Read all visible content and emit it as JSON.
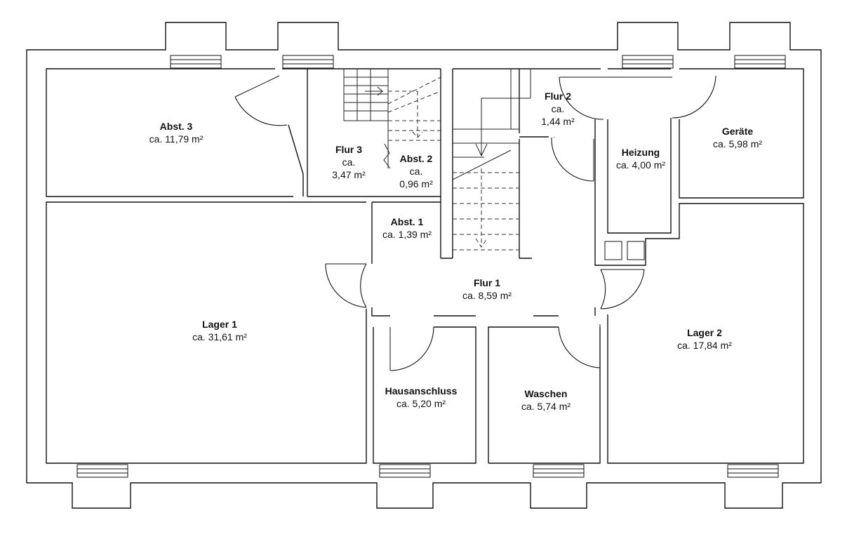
{
  "rooms": {
    "abst3": {
      "name": "Abst. 3",
      "area": "ca. 11,79 m²"
    },
    "flur3": {
      "name": "Flur 3",
      "area_prefix": "ca.",
      "area": "3,47 m²"
    },
    "abst2": {
      "name": "Abst. 2",
      "area_prefix": "ca.",
      "area": "0,96 m²"
    },
    "flur2": {
      "name": "Flur 2",
      "area_prefix": "ca.",
      "area": "1,44 m²"
    },
    "heizung": {
      "name": "Heizung",
      "area": "ca. 4,00 m²"
    },
    "geraete": {
      "name": "Geräte",
      "area": "ca. 5,98 m²"
    },
    "abst1": {
      "name": "Abst. 1",
      "area": "ca. 1,39 m²"
    },
    "flur1": {
      "name": "Flur 1",
      "area": "ca. 8,59 m²"
    },
    "lager1": {
      "name": "Lager 1",
      "area": "ca. 31,61 m²"
    },
    "lager2": {
      "name": "Lager 2",
      "area": "ca. 17,84 m²"
    },
    "hausanschluss": {
      "name": "Hausanschluss",
      "area": "ca. 5,20 m²"
    },
    "waschen": {
      "name": "Waschen",
      "area": "ca. 5,74 m²"
    }
  },
  "colors": {
    "lines": "#111111",
    "background": "#ffffff"
  }
}
